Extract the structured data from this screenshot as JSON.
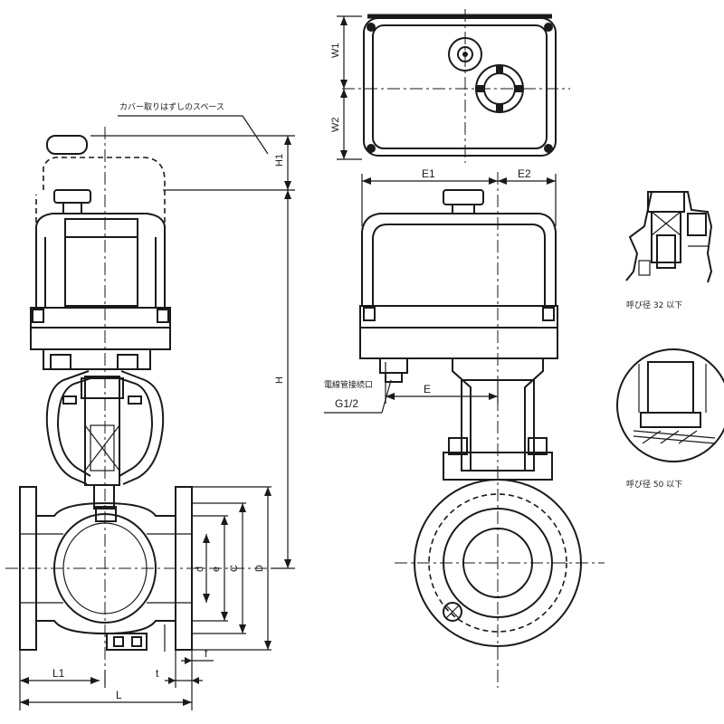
{
  "labels": {
    "cover_note": "カバー取りはずしのスペース",
    "conduit_note": "電線管接続口",
    "conduit_size": "G1/2",
    "detail_32": "呼び径 32 以下",
    "detail_50": "呼び径 50 以下"
  },
  "dimensions": {
    "H": "H",
    "H1": "H1",
    "W1": "W1",
    "W2": "W2",
    "E1": "E1",
    "E2": "E2",
    "E": "E",
    "L": "L",
    "L1": "L1",
    "t": "t",
    "f": "f",
    "d": "d",
    "e": "e",
    "C": "C",
    "D": "D"
  }
}
